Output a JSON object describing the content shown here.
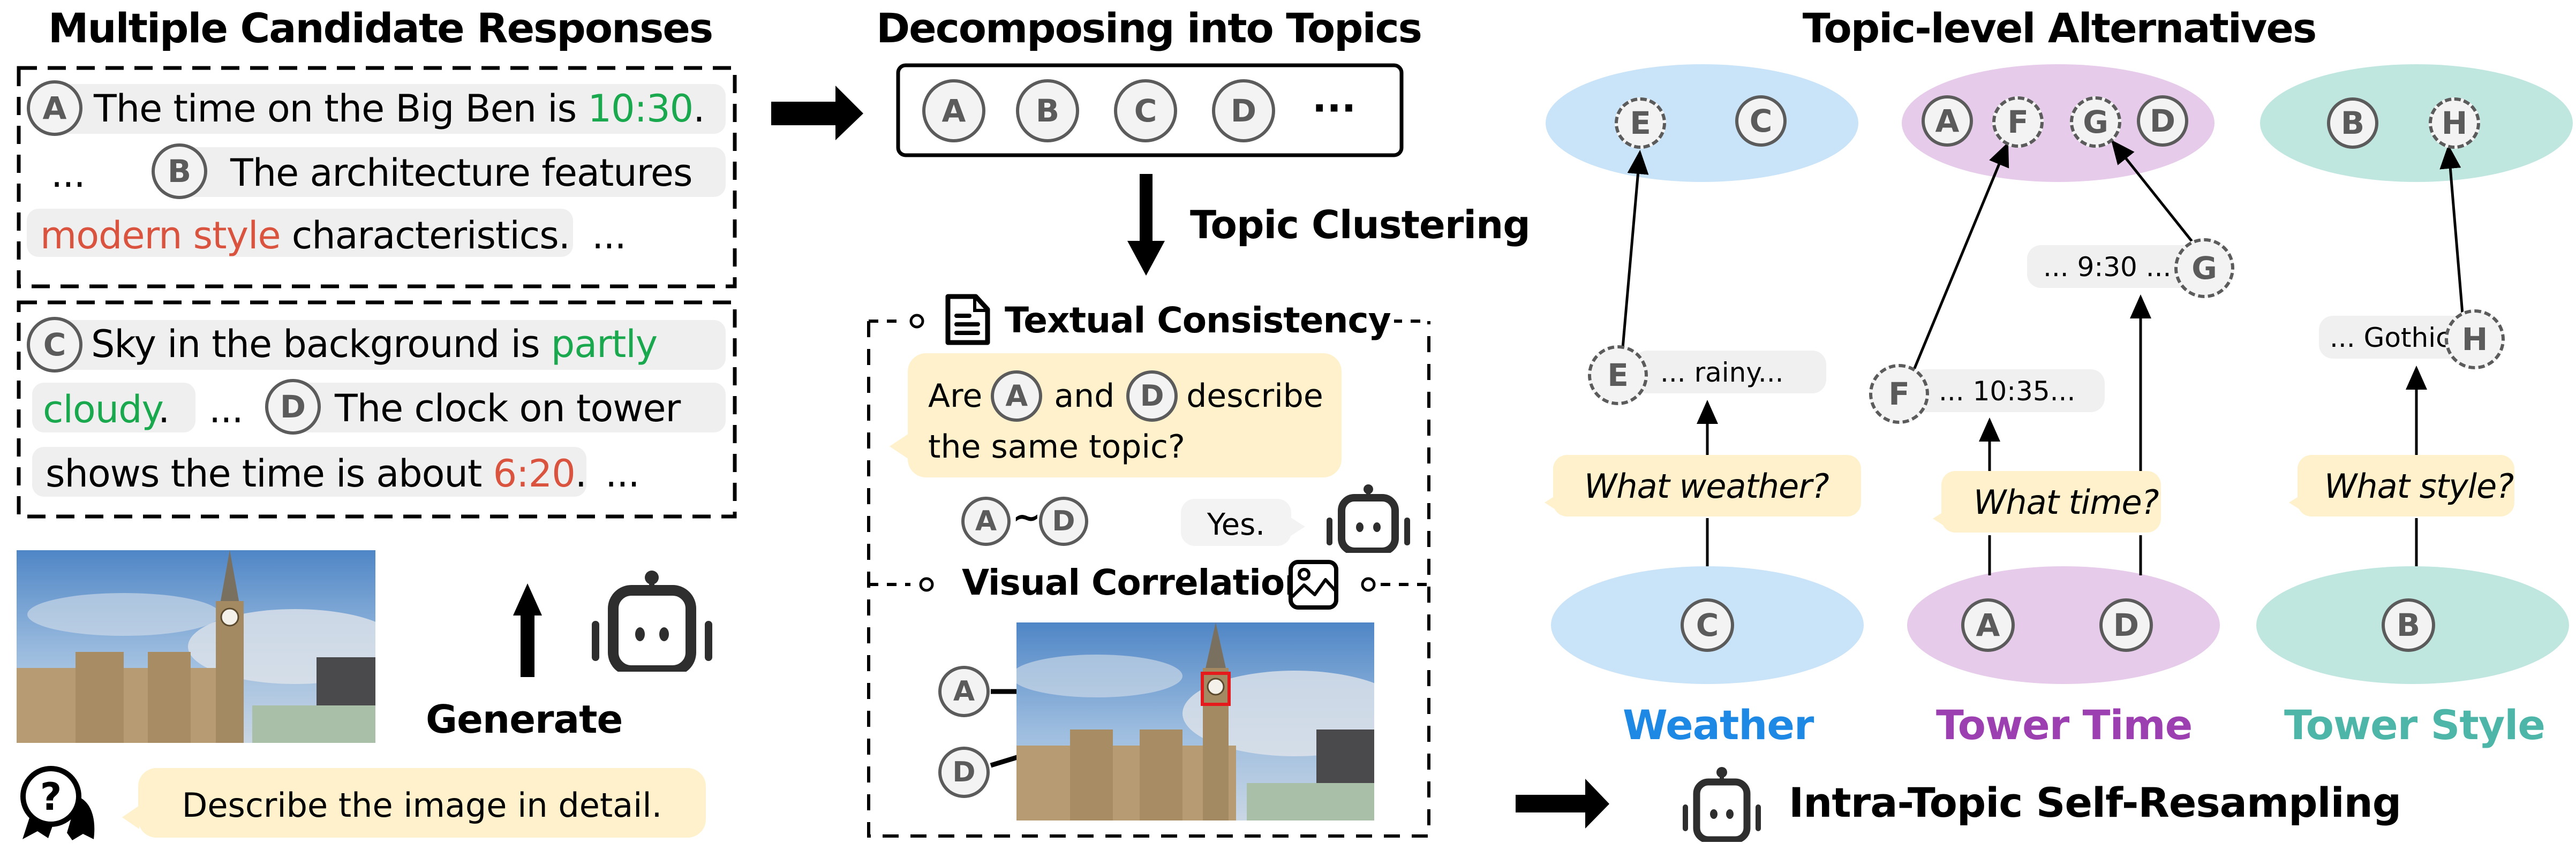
{
  "left_panel": {
    "title": "Multiple Candidate Responses",
    "box1": {
      "line1": {
        "node": "A",
        "text": "The time on the Big Ben is ",
        "highlight": "10:30",
        "highlight_color": "green",
        "tail": "."
      },
      "line2": {
        "prefix": "...",
        "node": "B",
        "text": "The architecture features"
      },
      "line3": {
        "highlight": "modern style",
        "highlight_color": "red",
        "text": " characteristics.",
        "suffix": "..."
      }
    },
    "box2": {
      "line1": {
        "node": "C",
        "text": "Sky in the background is ",
        "highlight": "partly",
        "highlight_color": "green"
      },
      "line2": {
        "highlight": "cloudy",
        "highlight_color": "green",
        "tail": ".",
        "mid": "...",
        "node": "D",
        "text": "The clock on tower"
      },
      "line3": {
        "text": "shows the time is about ",
        "highlight": "6:20",
        "highlight_color": "red",
        "tail": ".",
        "suffix": "..."
      }
    },
    "image_alt": "Big Ben and Palace of Westminster photo",
    "generate_label": "Generate",
    "prompt": "Describe the image in detail."
  },
  "center_panel": {
    "title": "Decomposing into Topics",
    "topics": [
      "A",
      "B",
      "C",
      "D"
    ],
    "topics_more": "···",
    "clustering_label": "Topic Clustering",
    "textual": {
      "header": "Textual Consistency",
      "question_pre": "Are",
      "question_node1": "A",
      "question_mid": "and",
      "question_node2": "D",
      "question_post": "describe",
      "question_line2": "the same topic?",
      "pair_node1": "A",
      "pair_sep": "~",
      "pair_node2": "D",
      "answer": "Yes."
    },
    "visual": {
      "header": "Visual Correlation",
      "nodes": [
        "A",
        "D"
      ]
    }
  },
  "right_panel": {
    "title": "Topic-level Alternatives",
    "clusters": [
      {
        "name": "Weather",
        "color": "#1e88e5",
        "fill": "#c9e3f8",
        "bottom_nodes": [
          "C"
        ],
        "top_nodes": [
          {
            "id": "E",
            "dashed": true
          },
          {
            "id": "C",
            "dashed": false
          }
        ],
        "question": "What weather?",
        "alternatives": [
          {
            "node": "E",
            "text": "... rainy..."
          }
        ]
      },
      {
        "name": "Tower Time",
        "color": "#9c3fb0",
        "fill": "#e6cbea",
        "bottom_nodes": [
          "A",
          "D"
        ],
        "top_nodes": [
          {
            "id": "A",
            "dashed": false
          },
          {
            "id": "F",
            "dashed": true
          },
          {
            "id": "G",
            "dashed": true
          },
          {
            "id": "D",
            "dashed": false
          }
        ],
        "question": "What time?",
        "alternatives": [
          {
            "node": "F",
            "text": "... 10:35..."
          },
          {
            "node": "G",
            "text": "... 9:30 ..."
          }
        ]
      },
      {
        "name": "Tower Style",
        "color": "#4db6a8",
        "fill": "#c0e6e0",
        "bottom_nodes": [
          "B"
        ],
        "top_nodes": [
          {
            "id": "B",
            "dashed": false
          },
          {
            "id": "H",
            "dashed": true
          }
        ],
        "question": "What style?",
        "alternatives": [
          {
            "node": "H",
            "text": "... Gothic..."
          }
        ]
      }
    ],
    "resampling_label": "Intra-Topic Self-Resampling"
  },
  "colors": {
    "green": "#1aa84e",
    "red": "#d9533e",
    "bubble_yellow": "#fef1cc",
    "bubble_gray": "#f0f0f0",
    "node_fill": "#f3f3f3",
    "node_stroke": "#5b5b5b",
    "highlight_box": "#e41a1c"
  }
}
